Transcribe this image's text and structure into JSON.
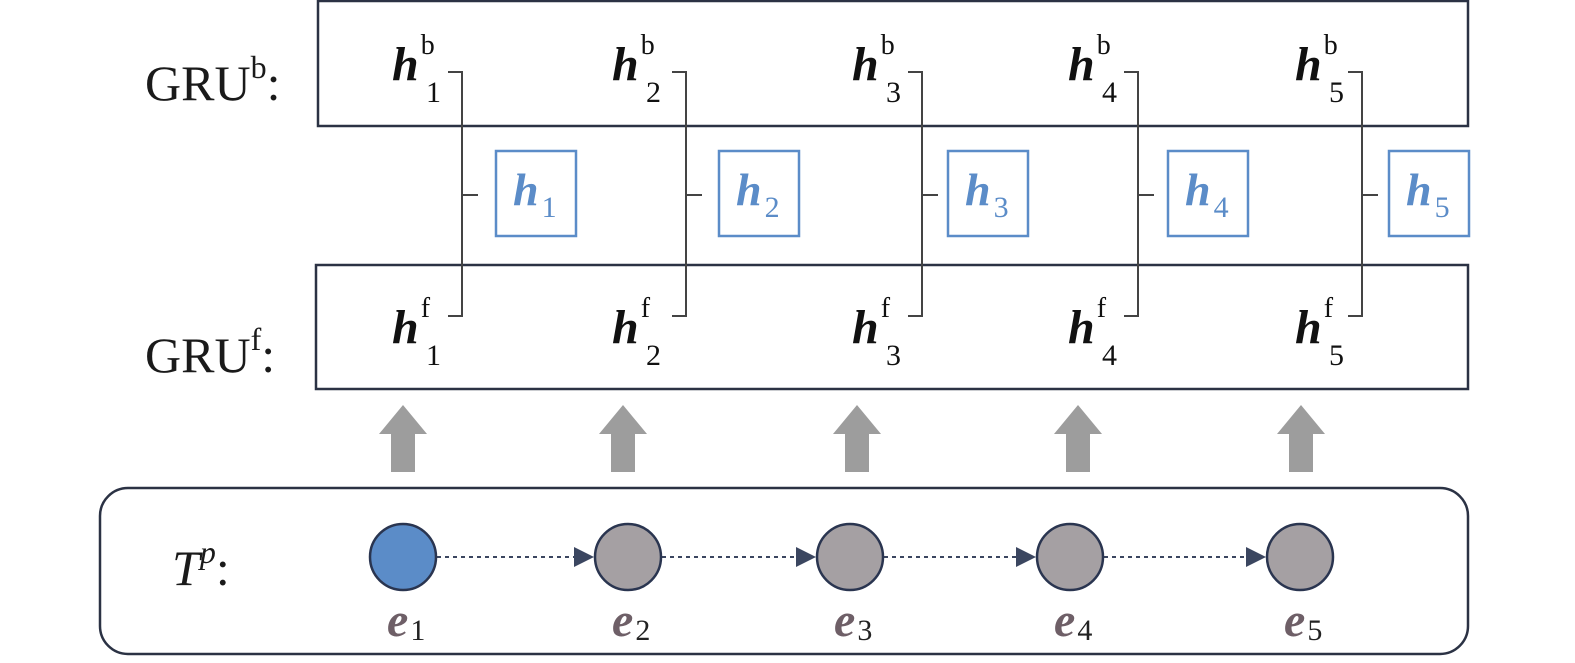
{
  "rows": {
    "backward_label": "GRU",
    "backward_sup": "b",
    "forward_label": "GRU",
    "forward_sup": "f",
    "path_label_main": "T",
    "path_label_sup": "p"
  },
  "backward_states": [
    {
      "base": "h",
      "sub": "1",
      "sup": "b"
    },
    {
      "base": "h",
      "sub": "2",
      "sup": "b"
    },
    {
      "base": "h",
      "sub": "3",
      "sup": "b"
    },
    {
      "base": "h",
      "sub": "4",
      "sup": "b"
    },
    {
      "base": "h",
      "sub": "5",
      "sup": "b"
    }
  ],
  "forward_states": [
    {
      "base": "h",
      "sub": "1",
      "sup": "f"
    },
    {
      "base": "h",
      "sub": "2",
      "sup": "f"
    },
    {
      "base": "h",
      "sub": "3",
      "sup": "f"
    },
    {
      "base": "h",
      "sub": "4",
      "sup": "f"
    },
    {
      "base": "h",
      "sub": "5",
      "sup": "f"
    }
  ],
  "outputs": [
    {
      "base": "h",
      "sub": "1"
    },
    {
      "base": "h",
      "sub": "2"
    },
    {
      "base": "h",
      "sub": "3"
    },
    {
      "base": "h",
      "sub": "4"
    },
    {
      "base": "h",
      "sub": "5"
    }
  ],
  "entities": [
    {
      "base": "e",
      "sub": "1",
      "highlighted": true
    },
    {
      "base": "e",
      "sub": "2",
      "highlighted": false
    },
    {
      "base": "e",
      "sub": "3",
      "highlighted": false
    },
    {
      "base": "e",
      "sub": "4",
      "highlighted": false
    },
    {
      "base": "e",
      "sub": "5",
      "highlighted": false
    }
  ],
  "colors": {
    "highlight_node": "#5b8cc8",
    "normal_node": "#a5a0a3",
    "node_stroke": "#2a3550",
    "output_accent": "#5b8cc8",
    "arrow_gray": "#9d9d9d",
    "box_stroke": "#2b3244"
  }
}
